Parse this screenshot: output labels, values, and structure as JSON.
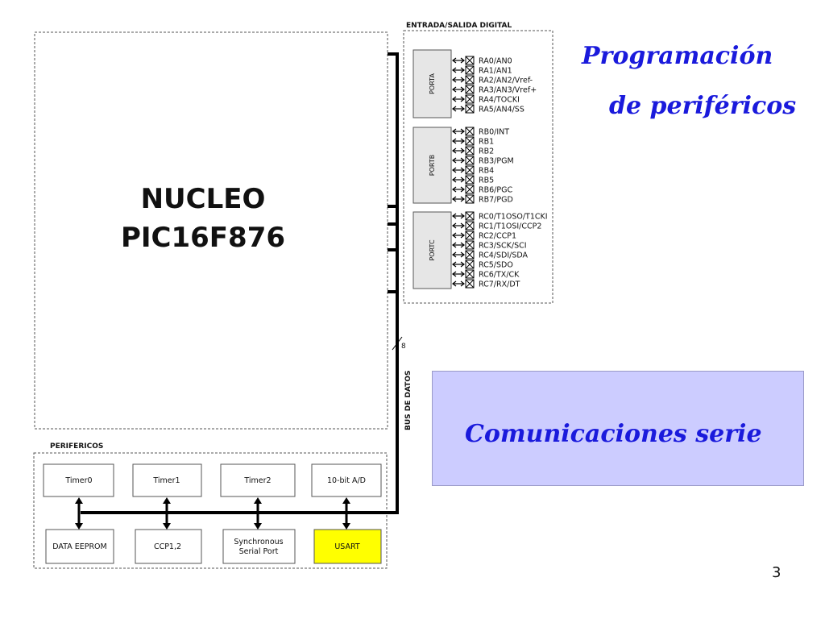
{
  "slide": {
    "title_line1": "Programación",
    "title_line2": "de periféricos",
    "highlight_label": "Comunicaciones serie",
    "page_number": "3"
  },
  "diagram": {
    "core_line1": "NUCLEO",
    "core_line2": "PIC16F876",
    "io_section_title": "ENTRADA/SALIDA DIGITAL",
    "peripherals_section_title": "PERIFERICOS",
    "bus_label": "BUS DE DATOS",
    "bus_width": "8",
    "ports": [
      {
        "name": "PORTA",
        "pins": [
          "RA0/AN0",
          "RA1/AN1",
          "RA2/AN2/Vref-",
          "RA3/AN3/Vref+",
          "RA4/TOCKI",
          "RA5/AN4/SS"
        ]
      },
      {
        "name": "PORTB",
        "pins": [
          "RB0/INT",
          "RB1",
          "RB2",
          "RB3/PGM",
          "RB4",
          "RB5",
          "RB6/PGC",
          "RB7/PGD"
        ]
      },
      {
        "name": "PORTC",
        "pins": [
          "RC0/T1OSO/T1CKI",
          "RC1/T1OSI/CCP2",
          "RC2/CCP1",
          "RC3/SCK/SCI",
          "RC4/SDI/SDA",
          "RC5/SDO",
          "RC6/TX/CK",
          "RC7/RX/DT"
        ]
      }
    ],
    "peripherals_top": [
      "Timer0",
      "Timer1",
      "Timer2",
      "10-bit A/D"
    ],
    "peripherals_bottom": [
      {
        "label_lines": [
          "DATA EEPROM"
        ],
        "highlighted": false
      },
      {
        "label_lines": [
          "CCP1,2"
        ],
        "highlighted": false
      },
      {
        "label_lines": [
          "Synchronous",
          "Serial Port"
        ],
        "highlighted": false
      },
      {
        "label_lines": [
          "USART"
        ],
        "highlighted": true
      }
    ],
    "colors": {
      "highlight": "#ffff00",
      "port_fill": "#e6e6e6",
      "title_blue": "#1a1adc",
      "serial_box": "#ccccff"
    }
  }
}
